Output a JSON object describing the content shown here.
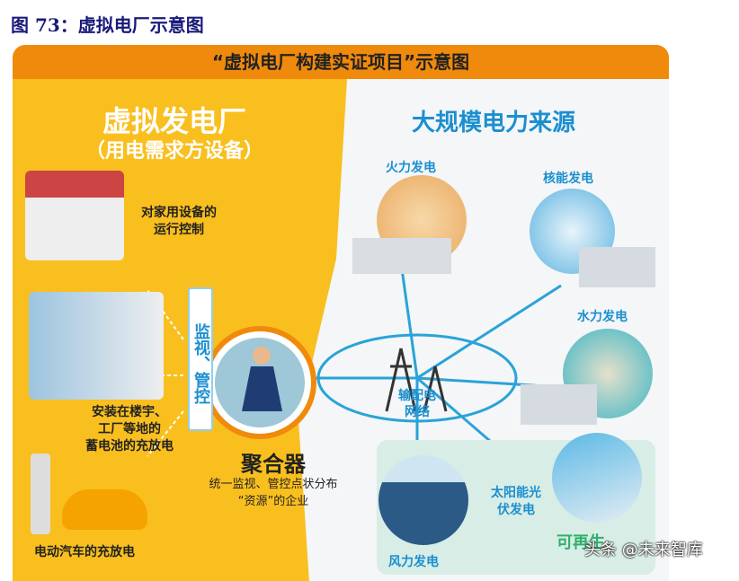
{
  "figure_title": "图 73：虚拟电厂示意图",
  "header": "“虚拟电厂构建实证项目”示意图",
  "left": {
    "title": "虚拟发电厂",
    "subtitle": "（用电需求方设备）",
    "home_label": "对家用设备的\n运行控制",
    "building_label": "安装在楼宇、\n工厂等地的\n蓄电池的充放电",
    "ev_label": "电动汽车的充放电",
    "monitor_label": "监视、管控",
    "aggregator_title": "聚合器",
    "aggregator_desc": "统一监视、管控点状分布\n“资源”的企业"
  },
  "right": {
    "title": "大规模电力来源",
    "thermal": "火力发电",
    "nuclear": "核能发电",
    "hydro": "水力发电",
    "grid": "输配电\n网络",
    "solar": "太阳能光\n伏发电",
    "wind": "风力发电",
    "renewable": "可再生"
  },
  "watermark": "头条 @未来智库",
  "colors": {
    "orange": "#f08a0c",
    "yellow": "#f9bf1e",
    "blue": "#2aa3d8",
    "renewable_bg": "#d8ede6"
  }
}
